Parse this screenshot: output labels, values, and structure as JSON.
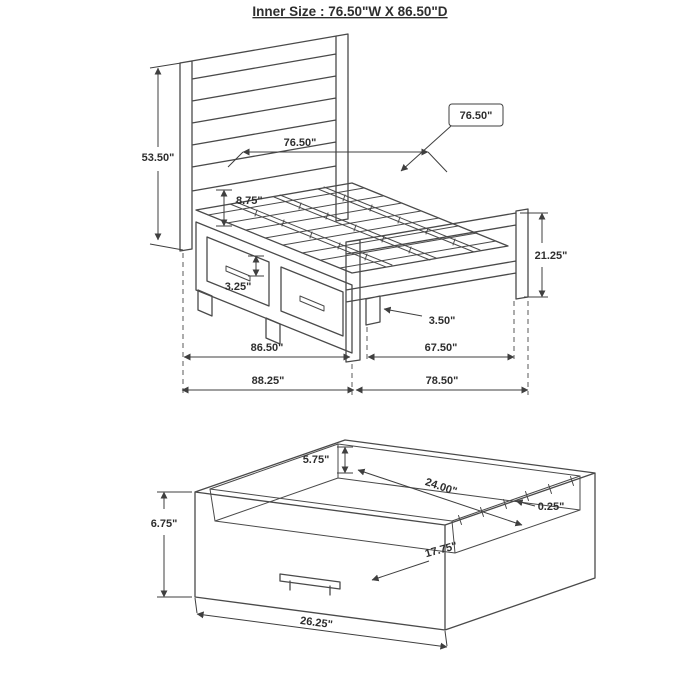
{
  "page": {
    "title": "Inner Size : 76.50\"W X 86.50\"D"
  },
  "colors": {
    "line": "#4a4a4a",
    "text": "#2e2e2e",
    "background": "#ffffff"
  },
  "bed": {
    "labels": {
      "headboard_width": "76.50\"",
      "inner_width": "76.50\"",
      "headboard_height": "53.50\"",
      "rail_height": "8.75\"",
      "footboard_height": "21.25\"",
      "drawer_front_height": "3.25\"",
      "foot_clearance": "3.50\"",
      "side_span": "86.50\"",
      "footboard_span": "67.50\"",
      "overall_depth": "88.25\"",
      "overall_width": "78.50\""
    }
  },
  "drawer": {
    "labels": {
      "inner_height": "5.75\"",
      "inner_width": "24.00\"",
      "side_thickness": "0.25\"",
      "inner_depth": "17.75\"",
      "front_height": "6.75\"",
      "front_width": "26.25\""
    }
  }
}
